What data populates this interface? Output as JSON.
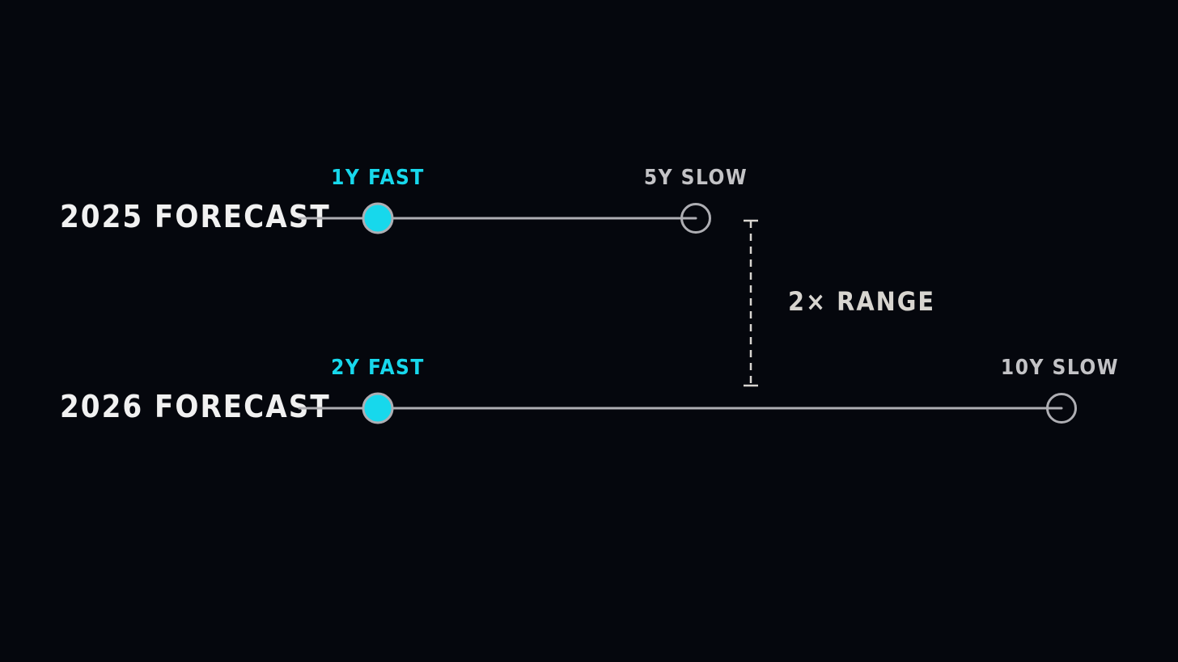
{
  "colors": {
    "background": "#05070d",
    "row_label": "#f1f1f1",
    "fast": "#17d8ec",
    "slow_label": "#c3c3c6",
    "track": "#aeaeb3",
    "range": "#d8d5d0"
  },
  "rows": [
    {
      "label": "2025 FORECAST",
      "fast": {
        "label": "1Y FAST",
        "years": 1
      },
      "slow": {
        "label": "5Y SLOW",
        "years": 5
      }
    },
    {
      "label": "2026 FORECAST",
      "fast": {
        "label": "2Y FAST",
        "years": 2
      },
      "slow": {
        "label": "10Y SLOW",
        "years": 10
      }
    }
  ],
  "range_annotation": {
    "label": "2× RANGE"
  }
}
